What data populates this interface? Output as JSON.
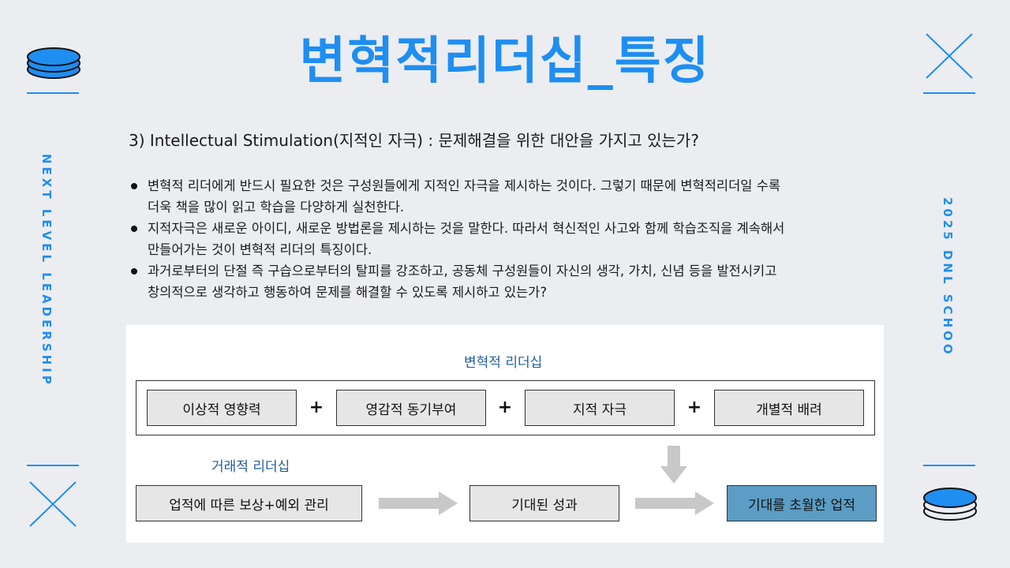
{
  "title": "변혁적리더십_특징",
  "side": {
    "left_text": "NEXT LEVEL LEADERSHIP",
    "right_text": "2025 DNL SCHOO"
  },
  "subtitle": "3) Intellectual Stimulation(지적인 자극) : 문제해결을 위한 대안을 가지고 있는가?",
  "bullets": [
    {
      "line1": "변혁적 리더에게 반드시 필요한 것은 구성원들에게 지적인 자극을 제시하는 것이다. 그렇기 때문에 변혁적리더일 수록",
      "line2": "더욱 책을 많이 읽고 학습을 다양하게 실천한다."
    },
    {
      "line1": "지적자극은 새로운 아이디, 새로운 방법론을 제시하는 것을 말한다. 따라서 혁신적인 사고와 함께 학습조직을 계속해서",
      "line2": "만들어가는 것이 변혁적 리더의 특징이다."
    },
    {
      "line1": "과거로부터의 단절 즉 구습으로부터의 탈피를 강조하고, 공동체 구성원들이 자신의 생각, 가치, 신념 등을 발전시키고",
      "line2": "창의적으로 생각하고 행동하여 문제를 해결할 수 있도록 제시하고 있는가?"
    }
  ],
  "diagram": {
    "transformational_label": "변혁적 리더십",
    "transformational_items": [
      "이상적 영향력",
      "영감적 동기부여",
      "지적 자극",
      "개별적 배려"
    ],
    "plus": "+",
    "transactional_label": "거래적 리더십",
    "flow": [
      "업적에 따른 보상+예외 관리",
      "기대된 성과",
      "기대를 초월한 업적"
    ]
  },
  "colors": {
    "accent": "#1f8ef1",
    "background": "#ebedf1",
    "diagram_label": "#245e9a",
    "highlight_box": "#5b9dc4",
    "arrow": "#c8c8c8"
  }
}
